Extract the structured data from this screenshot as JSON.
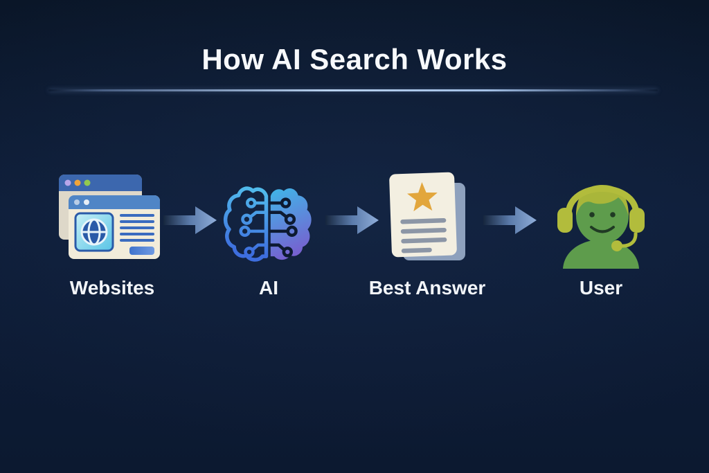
{
  "page": {
    "title": "How AI Search Works",
    "background_color": "#0c1a31",
    "title_color": "#f7f9fc",
    "divider_color": "#b7d0ee"
  },
  "flow": {
    "arrow_color": "#8fadd9",
    "steps": [
      {
        "id": "websites",
        "label": "Websites",
        "icon": "browser-windows-icon"
      },
      {
        "id": "ai",
        "label": "AI",
        "icon": "ai-brain-icon"
      },
      {
        "id": "best-answer",
        "label": "Best Answer",
        "icon": "document-star-icon"
      },
      {
        "id": "user",
        "label": "User",
        "icon": "person-headset-icon"
      }
    ]
  },
  "icon_colors": {
    "browser_back_header_blue": "#3c67ae",
    "browser_front_header_blue": "#4f85c6",
    "browser_body_cream": "#f2ecda",
    "browser_dot_lavender": "#b7a6ea",
    "browser_dot_orange": "#f0a43a",
    "browser_dot_green": "#93c94f",
    "globe_tile_cyan": "#58c4e6",
    "globe_blue": "#2a5aa8",
    "text_line_blue": "#3a6bbf",
    "brain_cyan": "#54c8ee",
    "brain_blue": "#3e6ede",
    "brain_purple": "#7e55cc",
    "document_cream": "#f3efe1",
    "document_back_blue_gray": "#8ea1bd",
    "star_gold": "#e2a63c",
    "text_line_gray": "#8c96a6",
    "person_green": "#5e9c4c",
    "headset_yellow_green": "#b2bc3c"
  }
}
